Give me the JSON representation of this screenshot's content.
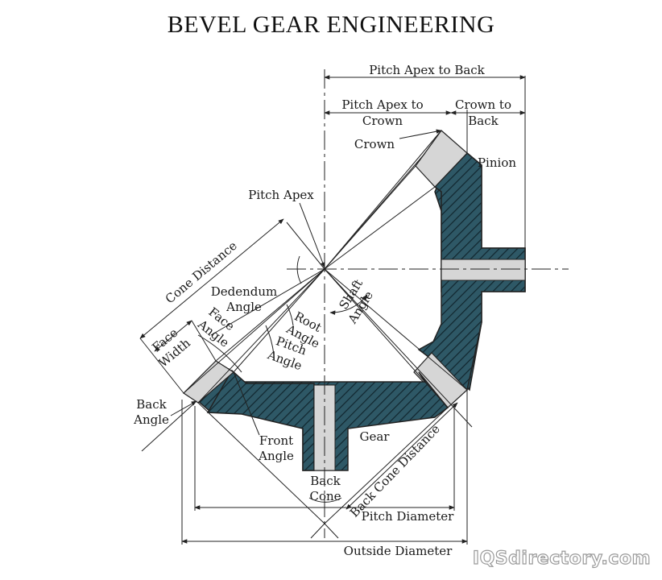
{
  "title": "BEVEL GEAR ENGINEERING",
  "labels": {
    "pitch_apex_to_back": "Pitch Apex to Back",
    "pitch_apex_to": "Pitch Apex to",
    "crown_a": "Crown",
    "crown_to": "Crown to",
    "back": "Back",
    "crown": "Crown",
    "pinion": "Pinion",
    "pitch_apex": "Pitch Apex",
    "cone_distance": "Cone Distance",
    "dedendum": "Dedendum",
    "angle": "Angle",
    "face": "Face",
    "width": "Width",
    "root": "Root",
    "pitch": "Pitch",
    "shaft": "Shaft",
    "back_angle_1": "Back",
    "back_angle_2": "Angle",
    "front": "Front",
    "gear": "Gear",
    "back_cone_1": "Back",
    "back_cone_2": "Cone",
    "back_cone_distance": "Back Cone Distance",
    "pitch_diameter": "Pitch Diameter",
    "outside_diameter": "Outside Diameter"
  },
  "watermark": "IQSdirectory.com",
  "colors": {
    "body_fill": "#2e5866",
    "hatch": "#15303a",
    "tooth_fill": "#d6d6d6",
    "line": "#222222"
  }
}
